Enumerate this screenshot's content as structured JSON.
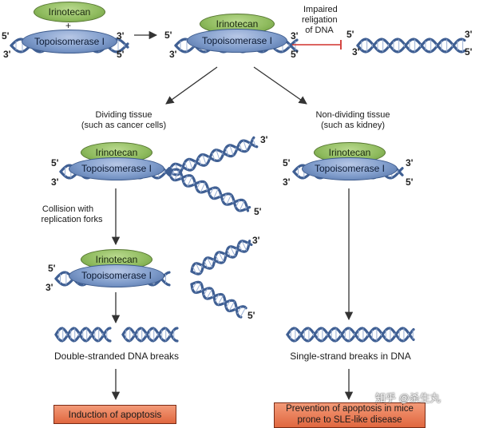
{
  "drug": "Irinotecan",
  "plus": "+",
  "enzyme": "Topoisomerase I",
  "end5": "5'",
  "end3": "3'",
  "impaired": [
    "Impaired",
    "religation",
    "of DNA"
  ],
  "dividing": [
    "Dividing tissue",
    "(such as cancer cells)"
  ],
  "nondividing": [
    "Non-dividing tissue",
    "(such as kidney)"
  ],
  "collision": [
    "Collision with",
    "replication forks"
  ],
  "dsb": "Double-stranded DNA breaks",
  "ssb": "Single-strand breaks in DNA",
  "outcome_left": "Induction of apoptosis",
  "outcome_right": [
    "Prevention of apoptosis in mice",
    "prone to SLE-like disease"
  ],
  "watermark": "知乎 @杀生丸",
  "colors": {
    "dna": "#3f5f93",
    "arrow": "#333333",
    "inhibit": "#d0322d",
    "box": "#e8744b"
  }
}
